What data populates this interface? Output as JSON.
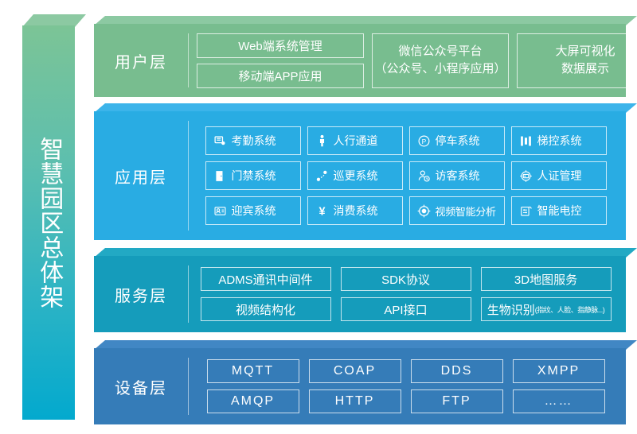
{
  "title": {
    "vertical_text": "智慧园区总体架",
    "gradient_top": "#7cc496",
    "gradient_bottom": "#03a9ce"
  },
  "layers": [
    {
      "id": "user",
      "name": "用户层",
      "color": "#78bd8f",
      "bevel_color": "#8cc9a2",
      "groups": [
        {
          "type": "stack",
          "items": [
            "Web端系统管理",
            "移动端APP应用"
          ]
        },
        {
          "type": "tall",
          "lines": [
            "微信公众号平台",
            "（公众号、小程序应用）"
          ]
        },
        {
          "type": "tall",
          "lines": [
            "大屏可视化",
            "数据展示"
          ]
        }
      ]
    },
    {
      "id": "application",
      "name": "应用层",
      "color": "#29ace3",
      "bevel_color": "#3cb4ea",
      "rows": [
        [
          {
            "label": "考勤系统",
            "icon": "attendance-device-icon"
          },
          {
            "label": "人行通道",
            "icon": "pedestrian-icon"
          },
          {
            "label": "停车系统",
            "icon": "parking-circle-icon"
          },
          {
            "label": "梯控系统",
            "icon": "elevator-icon"
          }
        ],
        [
          {
            "label": "门禁系统",
            "icon": "door-access-icon"
          },
          {
            "label": "巡更系统",
            "icon": "patrol-route-icon"
          },
          {
            "label": "访客系统",
            "icon": "visitor-clock-icon"
          },
          {
            "label": "人证管理",
            "icon": "id-verification-icon"
          }
        ],
        [
          {
            "label": "迎宾系统",
            "icon": "welcome-screen-icon"
          },
          {
            "label": "消费系统",
            "icon": "yuan-currency-icon"
          },
          {
            "label": "视频智能分析",
            "icon": "camera-lens-icon"
          },
          {
            "label": "智能电控",
            "icon": "power-control-icon"
          }
        ]
      ]
    },
    {
      "id": "service",
      "name": "服务层",
      "color": "#159cbb",
      "bevel_color": "#22a9c4",
      "rows": [
        [
          {
            "label": "ADMS通讯中间件"
          },
          {
            "label": "SDK协议"
          },
          {
            "label": "3D地图服务"
          }
        ],
        [
          {
            "label": "视频结构化"
          },
          {
            "label": "API接口"
          },
          {
            "label": "生物识别",
            "sub": "(指纹、人脸、指静脉...)"
          }
        ]
      ]
    },
    {
      "id": "device",
      "name": "设备层",
      "color": "#357cb8",
      "bevel_color": "#4187c4",
      "rows": [
        [
          "MQTT",
          "COAP",
          "DDS",
          "XMPP"
        ],
        [
          "AMQP",
          "HTTP",
          "FTP",
          "……"
        ]
      ]
    }
  ]
}
